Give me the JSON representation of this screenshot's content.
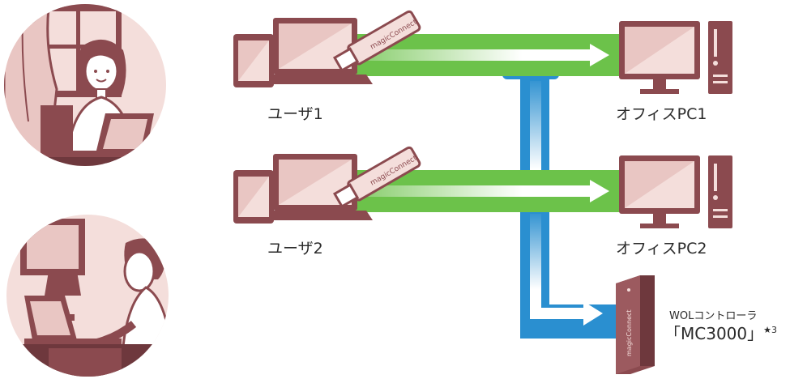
{
  "labels": {
    "user1": "ユーザ1",
    "user2": "ユーザ2",
    "office_pc1": "オフィスPC1",
    "office_pc2": "オフィスPC2",
    "wol_controller": "WOLコントローラ",
    "product_name": "「MC3000」",
    "footnote_mark": "★3"
  },
  "usb_brand": "magicConnect",
  "device_brand": "magicConnect",
  "colors": {
    "maroon": "#8b4a4f",
    "maroon_dark": "#6e383d",
    "pink_bg": "#e9c6c3",
    "pink_light": "#f4dedb",
    "green": "#6cc24a",
    "blue": "#2a8fd0"
  }
}
